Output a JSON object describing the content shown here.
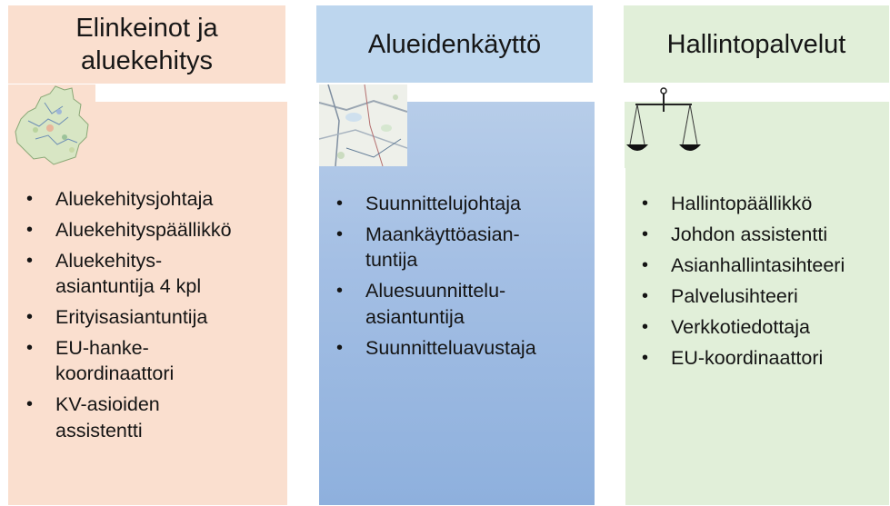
{
  "columns": [
    {
      "title": "Elinkeinot ja aluekehitys",
      "title_line1": "Elinkeinot ja",
      "title_line2": "aluekehitys",
      "picture_icon": "regional-map-icon",
      "items": [
        {
          "text": "Aluekehitysjohtaja"
        },
        {
          "text": "Aluekehityspäällikkö"
        },
        {
          "text_line1": "Aluekehitys-",
          "text_line2": "asiantuntija 4 kpl"
        },
        {
          "text": "Erityisasiantuntija"
        },
        {
          "text_line1": "EU-hanke-",
          "text_line2": "koordinaattori"
        },
        {
          "text_line1": "KV-asioiden",
          "text_line2": "assistentti"
        }
      ],
      "colors": {
        "header": "#fadfcf",
        "panel": "#fadfcf"
      }
    },
    {
      "title": "Alueidenkäyttö",
      "picture_icon": "topographic-map-icon",
      "items": [
        {
          "text": "Suunnittelujohtaja"
        },
        {
          "text_line1": "Maankäyttöasian-",
          "text_line2": "tuntija"
        },
        {
          "text_line1": "Aluesuunnittelu-",
          "text_line2": "asiantuntija"
        },
        {
          "text": "Suunnitteluavustaja"
        }
      ],
      "colors": {
        "header": "#bdd6ee",
        "panel": "#a4bfe4"
      }
    },
    {
      "title": "Hallintopalvelut",
      "picture_icon": "scales-of-justice-icon",
      "items": [
        {
          "text": "Hallintopäällikkö"
        },
        {
          "text": "Johdon assistentti"
        },
        {
          "text": "Asianhallintasihteeri"
        },
        {
          "text": "Palvelusihteeri"
        },
        {
          "text": "Verkkotiedottaja"
        },
        {
          "text": "EU-koordinaattori"
        }
      ],
      "colors": {
        "header": "#e1efd9",
        "panel": "#e1efd9"
      }
    }
  ]
}
